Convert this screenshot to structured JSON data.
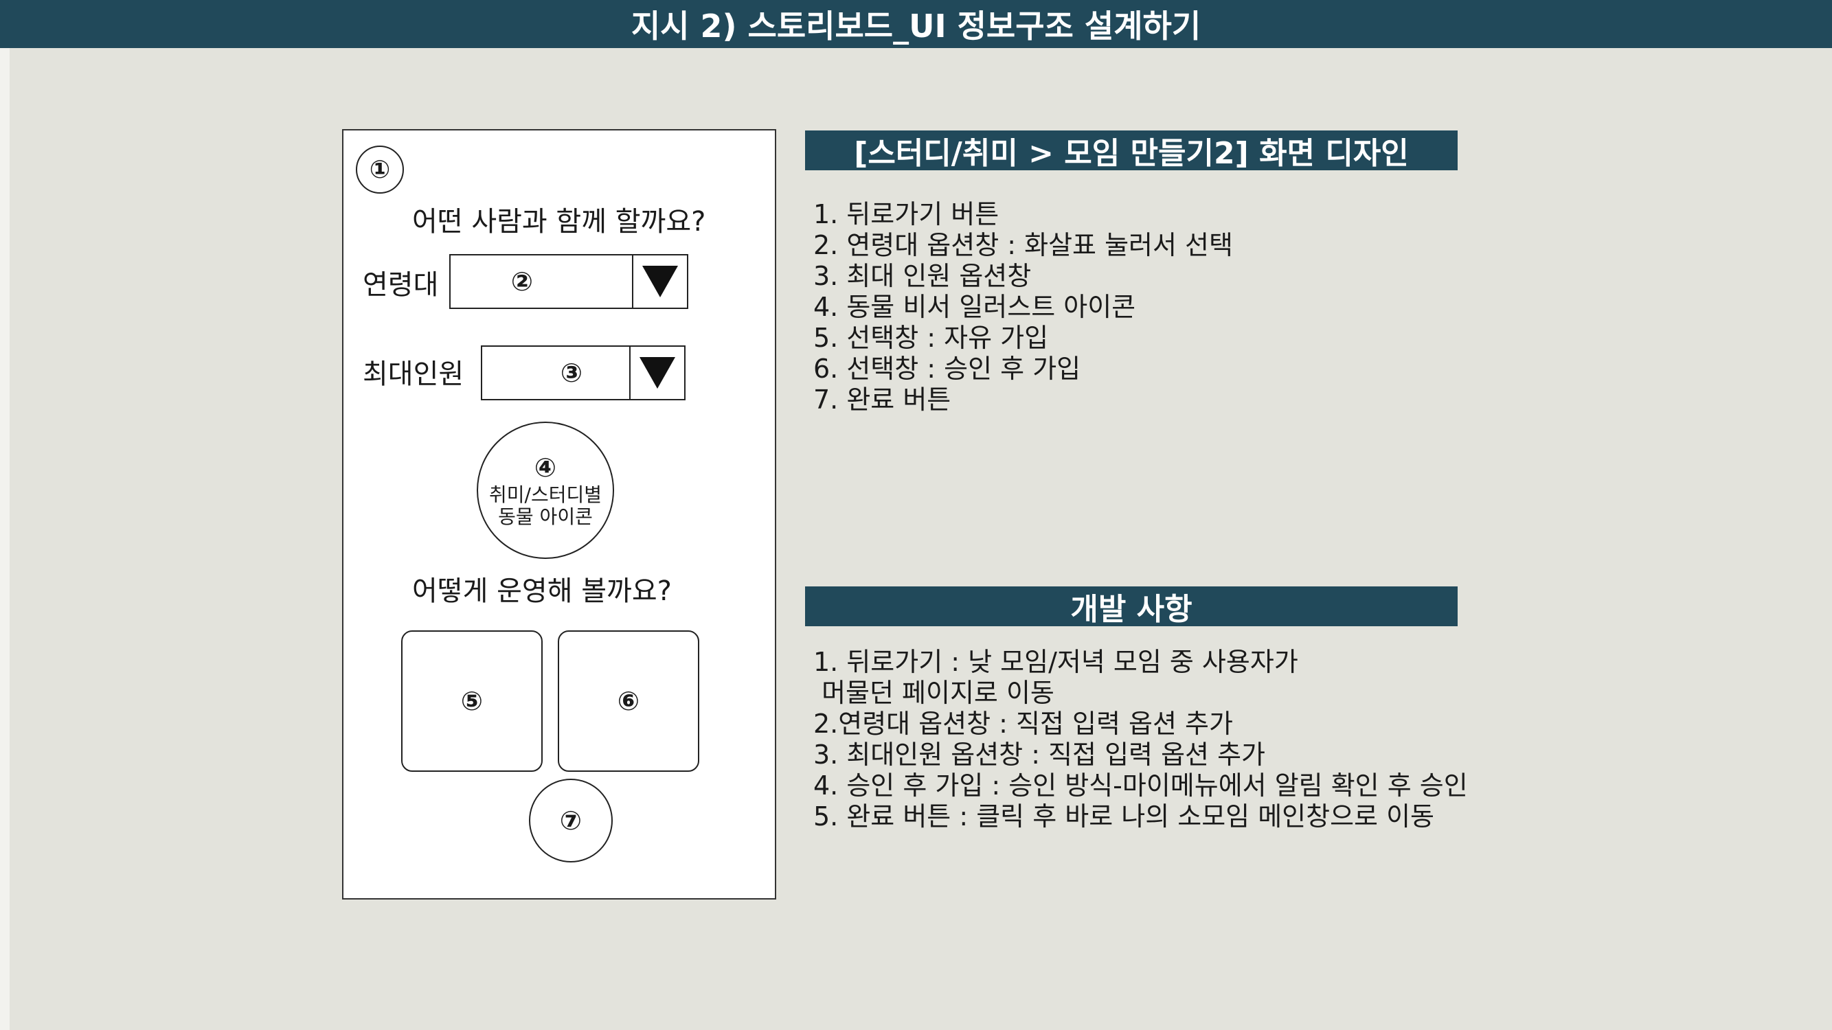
{
  "header": {
    "title": "지시 2) 스토리보드_UI 정보구조 설계하기"
  },
  "phone": {
    "step1_marker": "①",
    "question1": "어떤 사람과 함께 할까요?",
    "age_label": "연령대",
    "age_marker": "②",
    "max_label": "최대인원",
    "max_marker": "③",
    "icon_marker": "④",
    "icon_label_line1": "취미/스터디별",
    "icon_label_line2": "동물 아이콘",
    "question2": "어떻게 운영해 볼까요?",
    "option_free_marker": "⑤",
    "option_approval_marker": "⑥",
    "done_marker": "⑦"
  },
  "design_section": {
    "title": "[스터디/취미 > 모임 만들기2] 화면 디자인",
    "items": [
      "1. 뒤로가기 버튼",
      "2. 연령대 옵션창 : 화살표 눌러서 선택",
      "3. 최대 인원 옵션창",
      "4. 동물 비서 일러스트 아이콘",
      "5. 선택창 : 자유 가입",
      "6. 선택창 : 승인 후 가입",
      "7. 완료 버튼"
    ]
  },
  "dev_section": {
    "title": "개발 사항",
    "items": [
      "1. 뒤로가기 : 낮 모임/저녁 모임 중 사용자가",
      " 머물던 페이지로 이동",
      "2.연령대 옵션창 : 직접 입력 옵션 추가",
      "3. 최대인원 옵션창 : 직접 입력 옵션 추가",
      "4. 승인 후 가입 : 승인 방식-마이메뉴에서 알림 확인 후 승인",
      "5. 완료 버튼 : 클릭 후 바로 나의 소모임 메인창으로 이동"
    ]
  }
}
